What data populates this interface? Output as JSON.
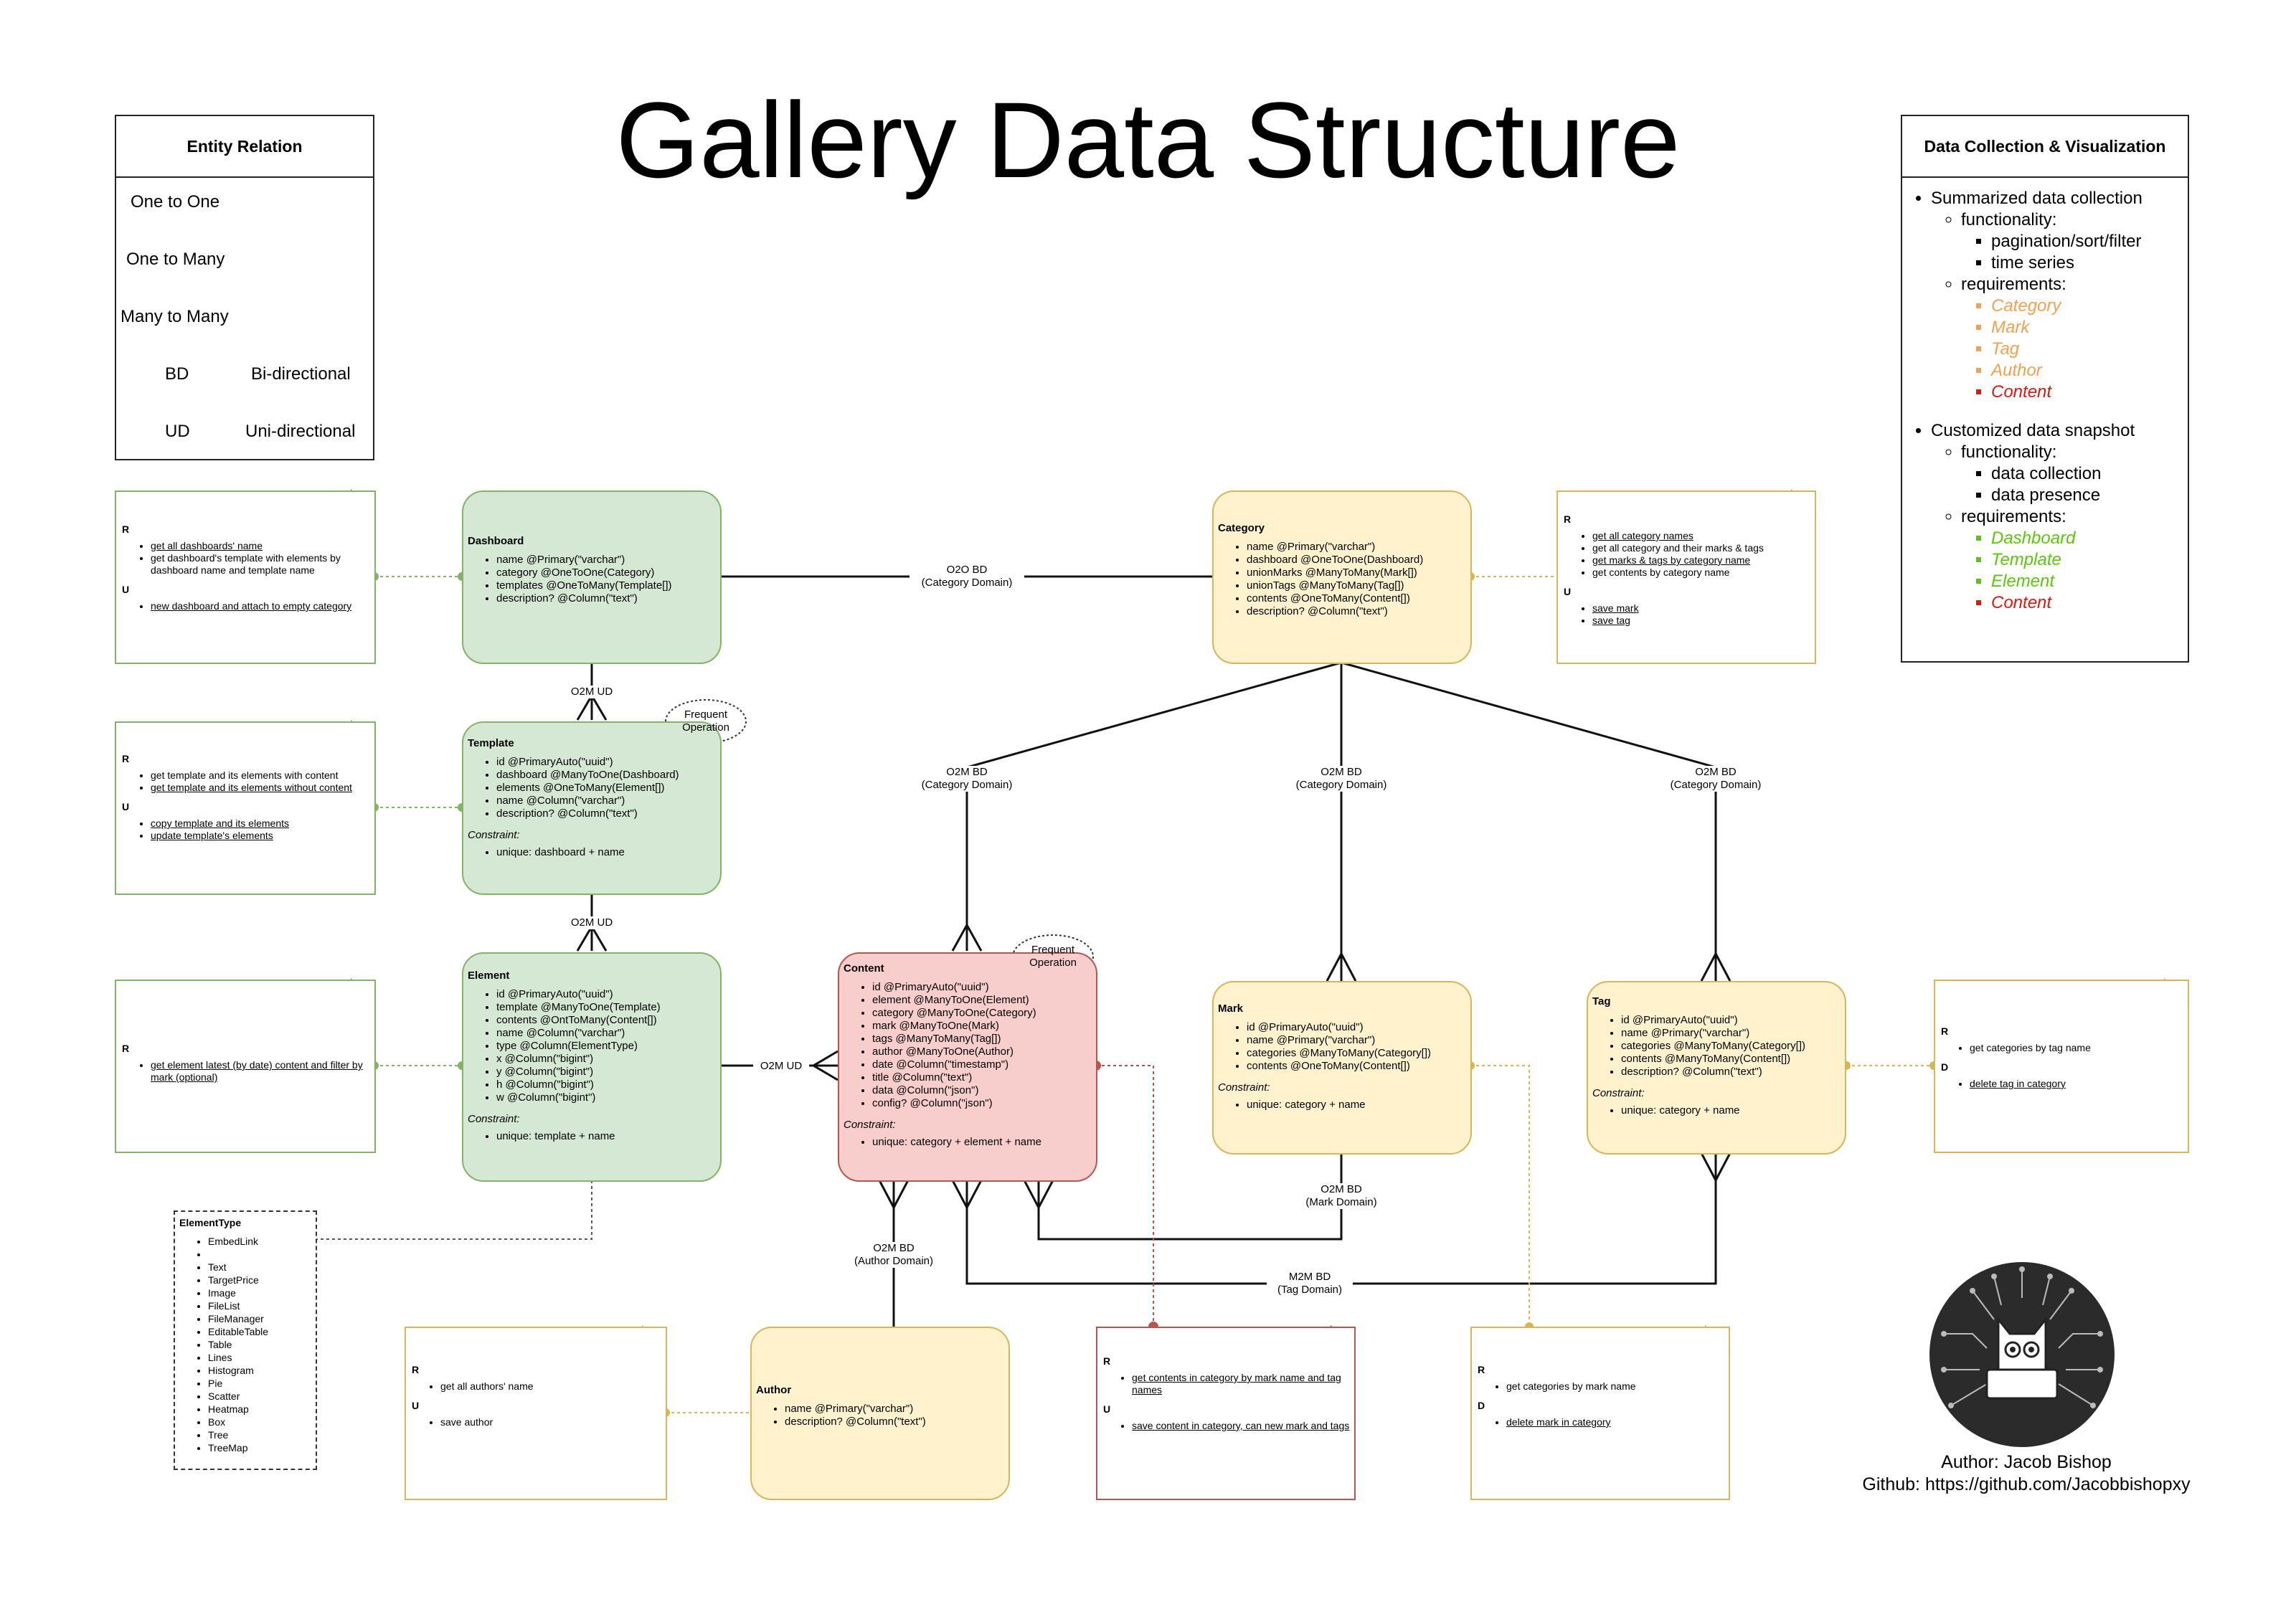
{
  "title": "Gallery Data Structure",
  "legend": {
    "title": "Entity Relation",
    "one_to_one": "One to One",
    "one_to_many": "One to Many",
    "many_to_many": "Many to Many",
    "bd": "BD",
    "bd_desc": "Bi-directional",
    "ud": "UD",
    "ud_desc": "Uni-directional"
  },
  "dcv": {
    "title": "Data Collection & Visualization",
    "summarized": "Summarized data collection",
    "functionality": "functionality:",
    "f1": "pagination/sort/filter",
    "f2": "time series",
    "requirements": "requirements:",
    "req1": [
      "Category",
      "Mark",
      "Tag",
      "Author",
      "Content"
    ],
    "customized": "Customized data snapshot",
    "functionality2": "functionality:",
    "f3": "data collection",
    "f4": "data presence",
    "requirements2": "requirements:",
    "req2": [
      "Dashboard",
      "Template",
      "Element",
      "Content"
    ]
  },
  "entities": {
    "dashboard": {
      "name": "Dashboard",
      "fields": [
        "name @Primary(\"varchar\")",
        "category @OneToOne(Category)",
        "templates @OneToMany(Template[])",
        "description? @Column(\"text\")"
      ]
    },
    "template": {
      "name": "Template",
      "fields": [
        "id @PrimaryAuto(\"uuid\")",
        "dashboard @ManyToOne(Dashboard)",
        "elements @OneToMany(Element[])",
        "name @Column(\"varchar\")",
        "description? @Column(\"text\")"
      ],
      "constraint_label": "Constraint:",
      "constraint": "unique: dashboard + name"
    },
    "element": {
      "name": "Element",
      "fields": [
        "id @PrimaryAuto(\"uuid\")",
        "template @ManyToOne(Template)",
        "contents @OntToMany(Content[])",
        "name @Column(\"varchar\")",
        "type @Column(ElementType)",
        "x @Column(\"bigint\")",
        "y @Column(\"bigint\")",
        "h @Column(\"bigint\")",
        "w @Column(\"bigint\")"
      ],
      "constraint_label": "Constraint:",
      "constraint": "unique: template + name"
    },
    "category": {
      "name": "Category",
      "fields": [
        "name @Primary(\"varchar\")",
        "dashboard @OneToOne(Dashboard)",
        "unionMarks @ManyToMany(Mark[])",
        "unionTags @ManyToMany(Tag[])",
        "contents @OneToMany(Content[])",
        "description? @Column(\"text\")"
      ]
    },
    "content": {
      "name": "Content",
      "fields": [
        "id @PrimaryAuto(\"uuid\")",
        "element @ManyToOne(Element)",
        "category @ManyToOne(Category)",
        "mark @ManyToOne(Mark)",
        "tags @ManyToMany(Tag[])",
        "author @ManyToOne(Author)",
        "date @Column(\"timestamp\")",
        "title @Column(\"text\")",
        "data @Column(\"json\")",
        "config? @Column(\"json\")"
      ],
      "constraint_label": "Constraint:",
      "constraint": "unique: category + element + name"
    },
    "mark": {
      "name": "Mark",
      "fields": [
        "id @PrimaryAuto(\"uuid\")",
        "name @Primary(\"varchar\")",
        "categories @ManyToMany(Category[])",
        "contents @OneToMany(Content[])"
      ],
      "constraint_label": "Constraint:",
      "constraint": "unique: category + name"
    },
    "tag": {
      "name": "Tag",
      "fields": [
        "id @PrimaryAuto(\"uuid\")",
        "name @Primary(\"varchar\")",
        "categories @ManyToMany(Category[])",
        "contents @ManyToMany(Content[])",
        "description? @Column(\"text\")"
      ],
      "constraint_label": "Constraint:",
      "constraint": "unique: category + name"
    },
    "author": {
      "name": "Author",
      "fields": [
        "name @Primary(\"varchar\")",
        "description? @Column(\"text\")"
      ]
    }
  },
  "notes": {
    "dashboard": {
      "r": "R",
      "r1": "get all dashboards' name",
      "r2": "get dashboard's template with elements by dashboard name and template name",
      "u": "U",
      "u1": "new dashboard and attach to empty category"
    },
    "template": {
      "r": "R",
      "r1": "get template and its elements with content",
      "r2": "get template and its elements without content",
      "u": "U",
      "u1": "copy template and its elements",
      "u2": "update template's elements"
    },
    "element": {
      "r": "R",
      "r1": "get element latest (by date) content and filter by mark (optional)"
    },
    "category": {
      "r": "R",
      "r1": "get all category names",
      "r2": "get all category and their marks & tags",
      "r3": "get marks & tags by category name",
      "r4": "get contents by category name",
      "u": "U",
      "u1": "save mark",
      "u2": "save tag"
    },
    "tag": {
      "r": "R",
      "r1": "get categories by tag name",
      "d": "D",
      "d1": "delete tag in category"
    },
    "author": {
      "r": "R",
      "r1": "get all authors' name",
      "u": "U",
      "u1": "save author"
    },
    "content": {
      "r": "R",
      "r1": "get contents in category by mark name and tag names",
      "u": "U",
      "u1": "save content in category, can new mark and tags"
    },
    "mark": {
      "r": "R",
      "r1": "get categories by mark name",
      "d": "D",
      "d1": "delete mark in category"
    }
  },
  "relations": {
    "dash_cat": "O2O BD",
    "dash_cat_domain": "(Category Domain)",
    "dash_tpl": "O2M UD",
    "tpl_el": "O2M UD",
    "el_content": "O2M UD",
    "cat_content": "O2M BD",
    "cat_content_domain": "(Category Domain)",
    "cat_mark": "O2M BD",
    "cat_mark_domain": "(Category Domain)",
    "cat_tag": "O2M BD",
    "cat_tag_domain": "(Category Domain)",
    "author_content": "O2M BD",
    "author_content_domain": "(Author Domain)",
    "mark_content": "O2M BD",
    "mark_content_domain": "(Mark Domain)",
    "tag_content": "M2M BD",
    "tag_content_domain": "(Tag Domain)"
  },
  "clouds": {
    "template": "Frequent Operation",
    "content": "Frequent Operation"
  },
  "element_type": {
    "name": "ElementType",
    "items": [
      "EmbedLink",
      "",
      "Text",
      "TargetPrice",
      "Image",
      "FileList",
      "FileManager",
      "EditableTable",
      "Table",
      "Lines",
      "Histogram",
      "Pie",
      "Scatter",
      "Heatmap",
      "Box",
      "Tree",
      "TreeMap"
    ]
  },
  "credit": {
    "author": "Author: Jacob Bishop",
    "github": "Github: https://github.com/Jacobbishopxy"
  }
}
